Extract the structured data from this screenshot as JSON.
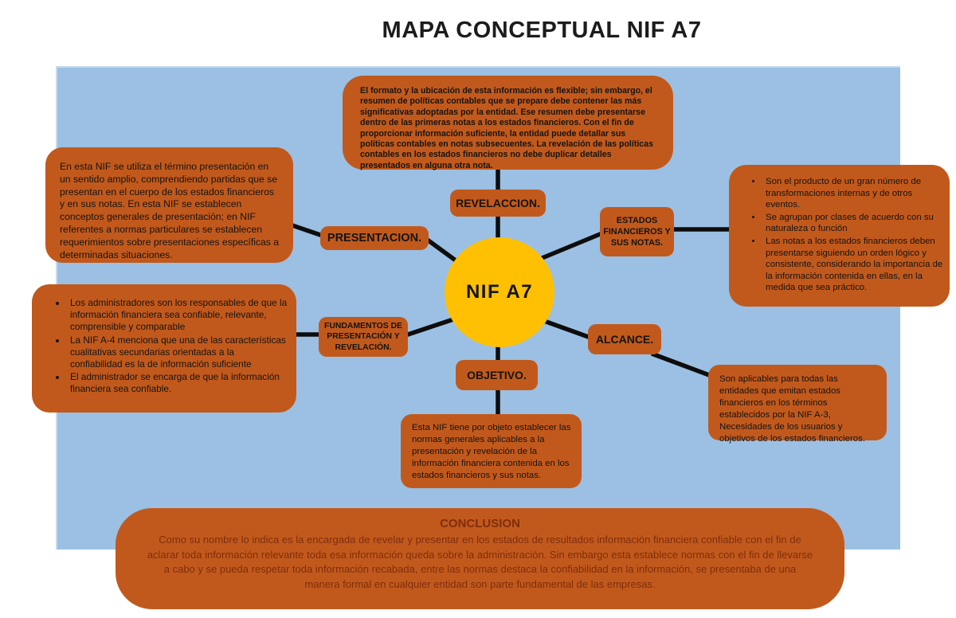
{
  "title": "MAPA CONCEPTUAL NIF A7",
  "center": {
    "label": "NIF A7"
  },
  "nodes": {
    "revelacion": {
      "label": "REVELACCION."
    },
    "presentacion": {
      "label": "PRESENTACION."
    },
    "estados": {
      "label": "ESTADOS FINANCIEROS Y SUS NOTAS."
    },
    "fundamentos": {
      "label": "FUNDAMENTOS DE PRESENTACIÓN Y REVELACIÓN."
    },
    "alcance": {
      "label": "ALCANCE."
    },
    "objetivo": {
      "label": "OBJETIVO."
    }
  },
  "notes": {
    "revelacion": {
      "text": "El formato y la ubicación de esta información es flexible; sin embargo, el resumen de políticas contables que se prepare debe contener las más significativas adoptadas por la entidad. Ese resumen debe presentarse dentro de las primeras notas a los estados financieros. Con el fin de proporcionar información suficiente, la entidad puede detallar sus políticas contables en notas subsecuentes. La revelación de las políticas contables en los estados financieros no debe duplicar detalles presentados en alguna otra nota."
    },
    "presentacion": {
      "text": "En esta NIF se utiliza el término presentación en un sentido amplio, comprendiendo partidas que se presentan en el cuerpo de los estados financieros y en sus notas. En esta NIF se establecen conceptos generales de presentación; en NIF referentes a normas particulares se establecen requerimientos sobre presentaciones específicas a determinadas situaciones."
    },
    "fundamentos": {
      "bullets": [
        "Los administradores son los responsables de que la información financiera sea confiable,  relevante, comprensible y comparable",
        "La NIF A-4 menciona que una de las características cualitativas secundarias orientadas  a la confiabilidad es la de información suficiente",
        "El administrador se encarga de que la información financiera sea confiable."
      ]
    },
    "estados": {
      "bullets": [
        "Son el producto de un gran número de transformaciones internas  y de otros eventos.",
        "Se agrupan por clases de acuerdo con su naturaleza o función",
        "Las notas a los estados financieros deben presentarse siguiendo un orden lógico y consistente, considerando la importancia de la información contenida en ellas, en la medida que sea práctico."
      ]
    },
    "alcance": {
      "text": "Son aplicables para todas  las entidades que emitan estados financieros en los términos establecidos por la NIF A-3, Necesidades de los usuarios y objetivos de los estados financieros."
    },
    "objetivo": {
      "text": "Esta NIF tiene por objeto establecer las normas generales aplicables a la presentación y  revelación de la información financiera contenida en los estados financieros y sus notas."
    }
  },
  "conclusion": {
    "heading": "CONCLUSION",
    "text": "Como su nombre lo indica es la encargada de revelar y presentar en los estados de resultados información financiera confiable con el fin de aclarar toda información relevante toda esa información queda sobre la administración. Sin embargo esta establece normas con el fin de llevarse a cabo y se pueda respetar toda información recabada, entre las normas destaca la confiabilidad en la información, se presentaba de una manera formal en cualquier entidad son parte fundamental de las empresas."
  },
  "colors": {
    "box_orange": "#c2591c",
    "canvas_blue": "#9bc0e3",
    "center_yellow": "#ffc003",
    "connector_black": "#0d0d0d",
    "conclusion_text": "#7e2e0d",
    "body_text": "#141414"
  }
}
